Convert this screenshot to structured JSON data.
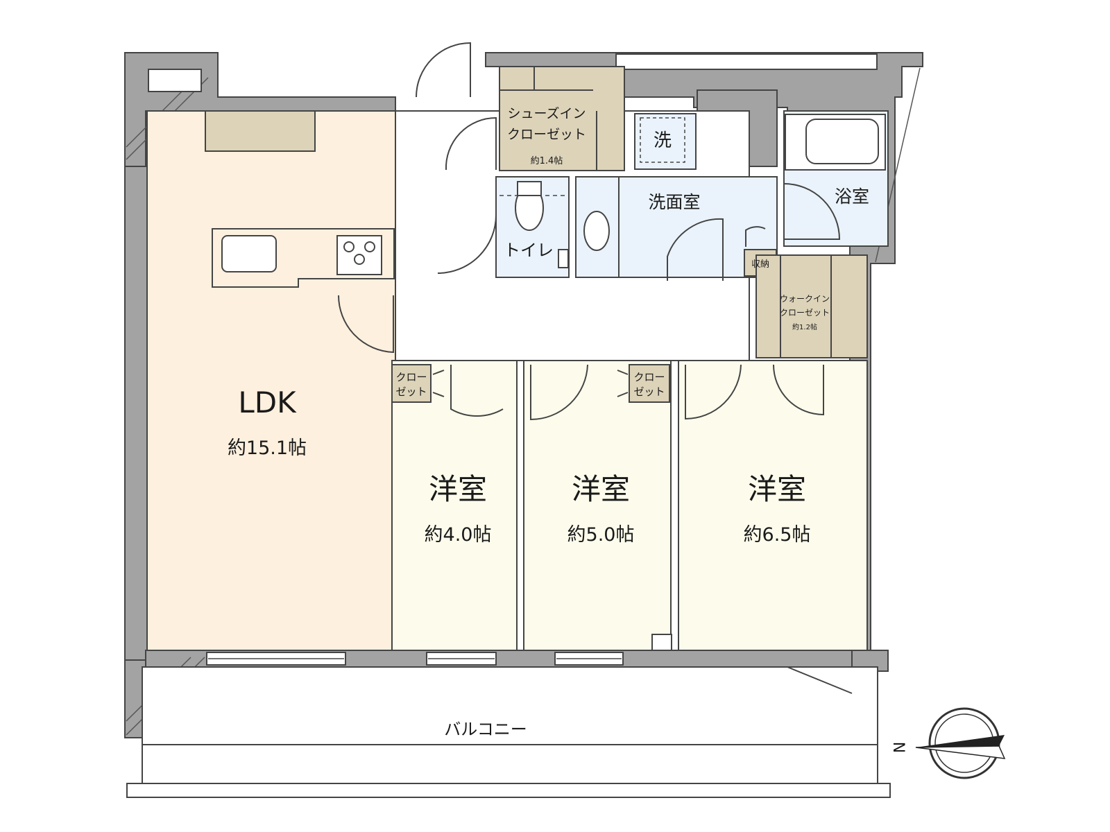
{
  "floor_plan": {
    "rooms": {
      "ldk": {
        "name": "LDK",
        "area": "約15.1帖"
      },
      "western_1": {
        "name": "洋室",
        "area": "約4.0帖"
      },
      "western_2": {
        "name": "洋室",
        "area": "約5.0帖"
      },
      "western_3": {
        "name": "洋室",
        "area": "約6.5帖"
      },
      "shoes_closet": {
        "name_line1": "シューズイン",
        "name_line2": "クローゼット",
        "area": "約1.4帖"
      },
      "walk_in_closet": {
        "name_line1": "ウォークイン",
        "name_line2": "クローゼット",
        "area": "約1.2帖"
      },
      "closet_a": {
        "line1": "クロー",
        "line2": "ゼット"
      },
      "closet_b": {
        "line1": "クロー",
        "line2": "ゼット"
      },
      "washroom": {
        "name": "洗面室"
      },
      "laundry": {
        "name": "洗"
      },
      "bathroom": {
        "name": "浴室"
      },
      "toilet": {
        "name": "トイレ"
      },
      "storage": {
        "name": "収納"
      },
      "balcony": {
        "name": "バルコニー"
      }
    },
    "compass": {
      "label": "N"
    },
    "colors": {
      "wall": "#a3a3a3",
      "ldk_floor": "#fdf0de",
      "bedroom_floor": "#fdfcec",
      "wet_area": "#eaf3fb",
      "closet": "#ddd3b9"
    }
  }
}
